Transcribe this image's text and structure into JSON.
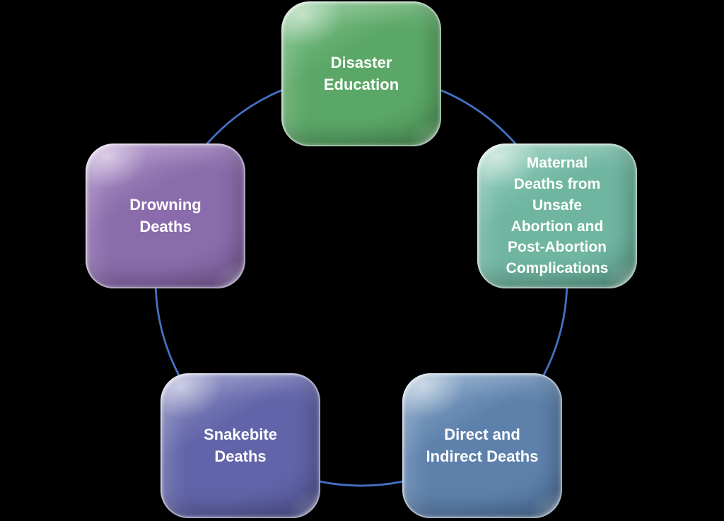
{
  "diagram": {
    "type": "cycle",
    "background_color": "#000000",
    "connector": {
      "shape": "circle",
      "color": "#4472C4"
    },
    "text_color": "#FFFFFF",
    "nodes": [
      {
        "id": "disaster-education",
        "label": "Disaster\nEducation",
        "position": "top",
        "color": "#5BA767",
        "color_light": "#83C68E",
        "color_dark": "#4C9257"
      },
      {
        "id": "maternal-deaths-unsafe-abortion",
        "label": "Maternal\nDeaths from\nUnsafe\nAbortion and\nPost-Abortion\nComplications",
        "position": "upper-right",
        "color": "#6FB5A0",
        "color_light": "#9BD3C2",
        "color_dark": "#5C9E8A"
      },
      {
        "id": "direct-and-indirect-deaths",
        "label": "Direct and\nIndirect Deaths",
        "position": "lower-right",
        "color": "#5E81AC",
        "color_light": "#8FAECE",
        "color_dark": "#4E7099"
      },
      {
        "id": "snakebite-deaths",
        "label": "Snakebite\nDeaths",
        "position": "lower-left",
        "color": "#6164A8",
        "color_light": "#9395C8",
        "color_dark": "#515492"
      },
      {
        "id": "drowning-deaths",
        "label": "Drowning\nDeaths",
        "position": "upper-left",
        "color": "#8A6BAB",
        "color_light": "#B295CC",
        "color_dark": "#775B96"
      }
    ]
  }
}
